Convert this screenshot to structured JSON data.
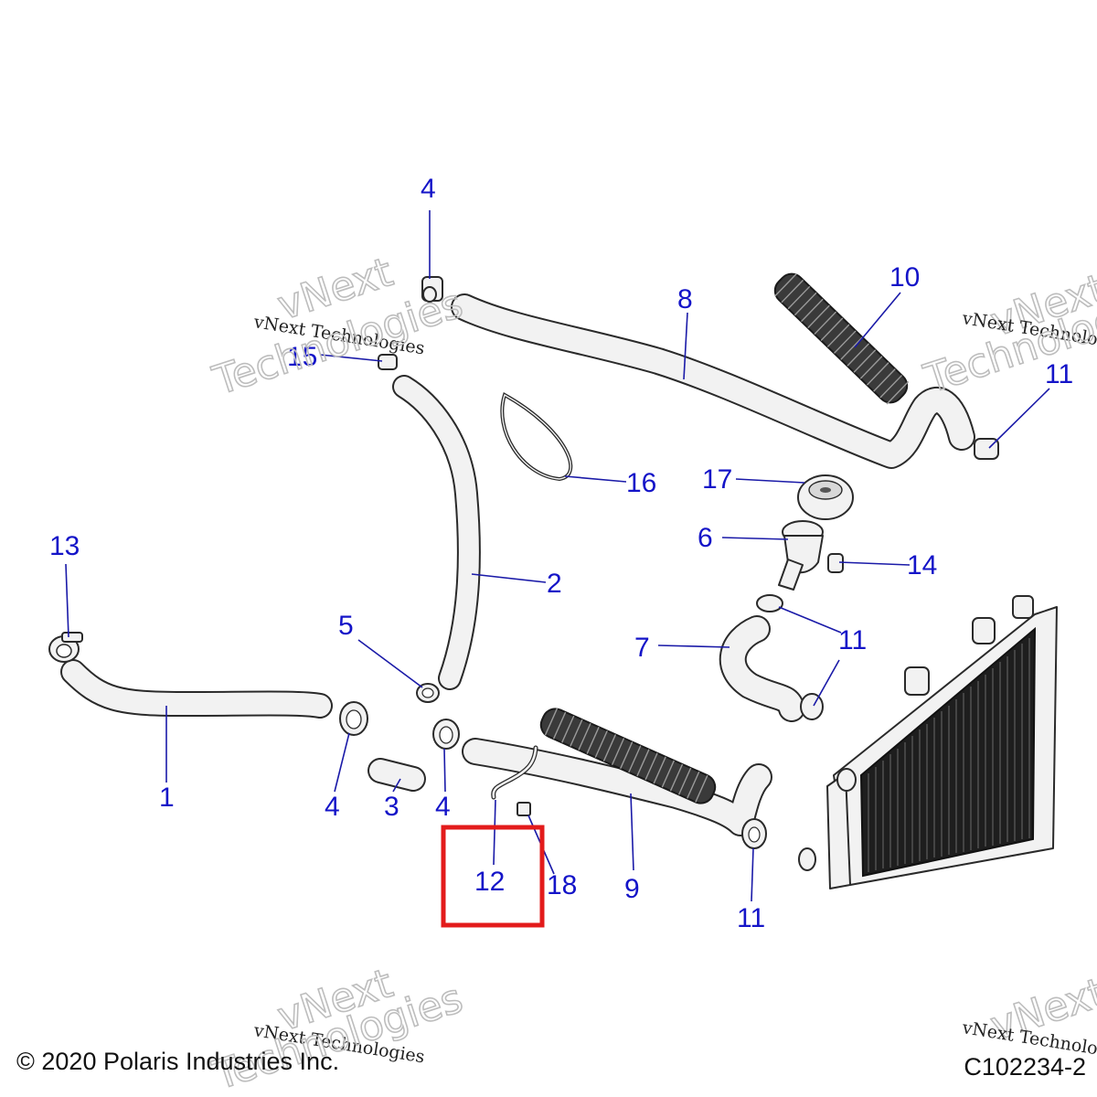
{
  "callouts": {
    "c1": "1",
    "c2": "2",
    "c3": "3",
    "c4a": "4",
    "c4b": "4",
    "c4c": "4",
    "c5": "5",
    "c6": "6",
    "c7": "7",
    "c8": "8",
    "c9": "9",
    "c10": "10",
    "c11a": "11",
    "c11b": "11",
    "c11c": "11",
    "c12": "12",
    "c13": "13",
    "c14": "14",
    "c15": "15",
    "c16": "16",
    "c17": "17",
    "c18": "18"
  },
  "highlight": {
    "part": "12",
    "color": "#e31b1b"
  },
  "watermark": {
    "line1": "vNext Technologies",
    "line2": "vNext",
    "line3": "Technologies"
  },
  "footer": {
    "copyright": "© 2020 Polaris Industries Inc.",
    "figure_id": "C102234-2"
  },
  "colors": {
    "callout": "#1414c8",
    "highlight": "#e31b1b",
    "line": "#2a2a2a"
  }
}
